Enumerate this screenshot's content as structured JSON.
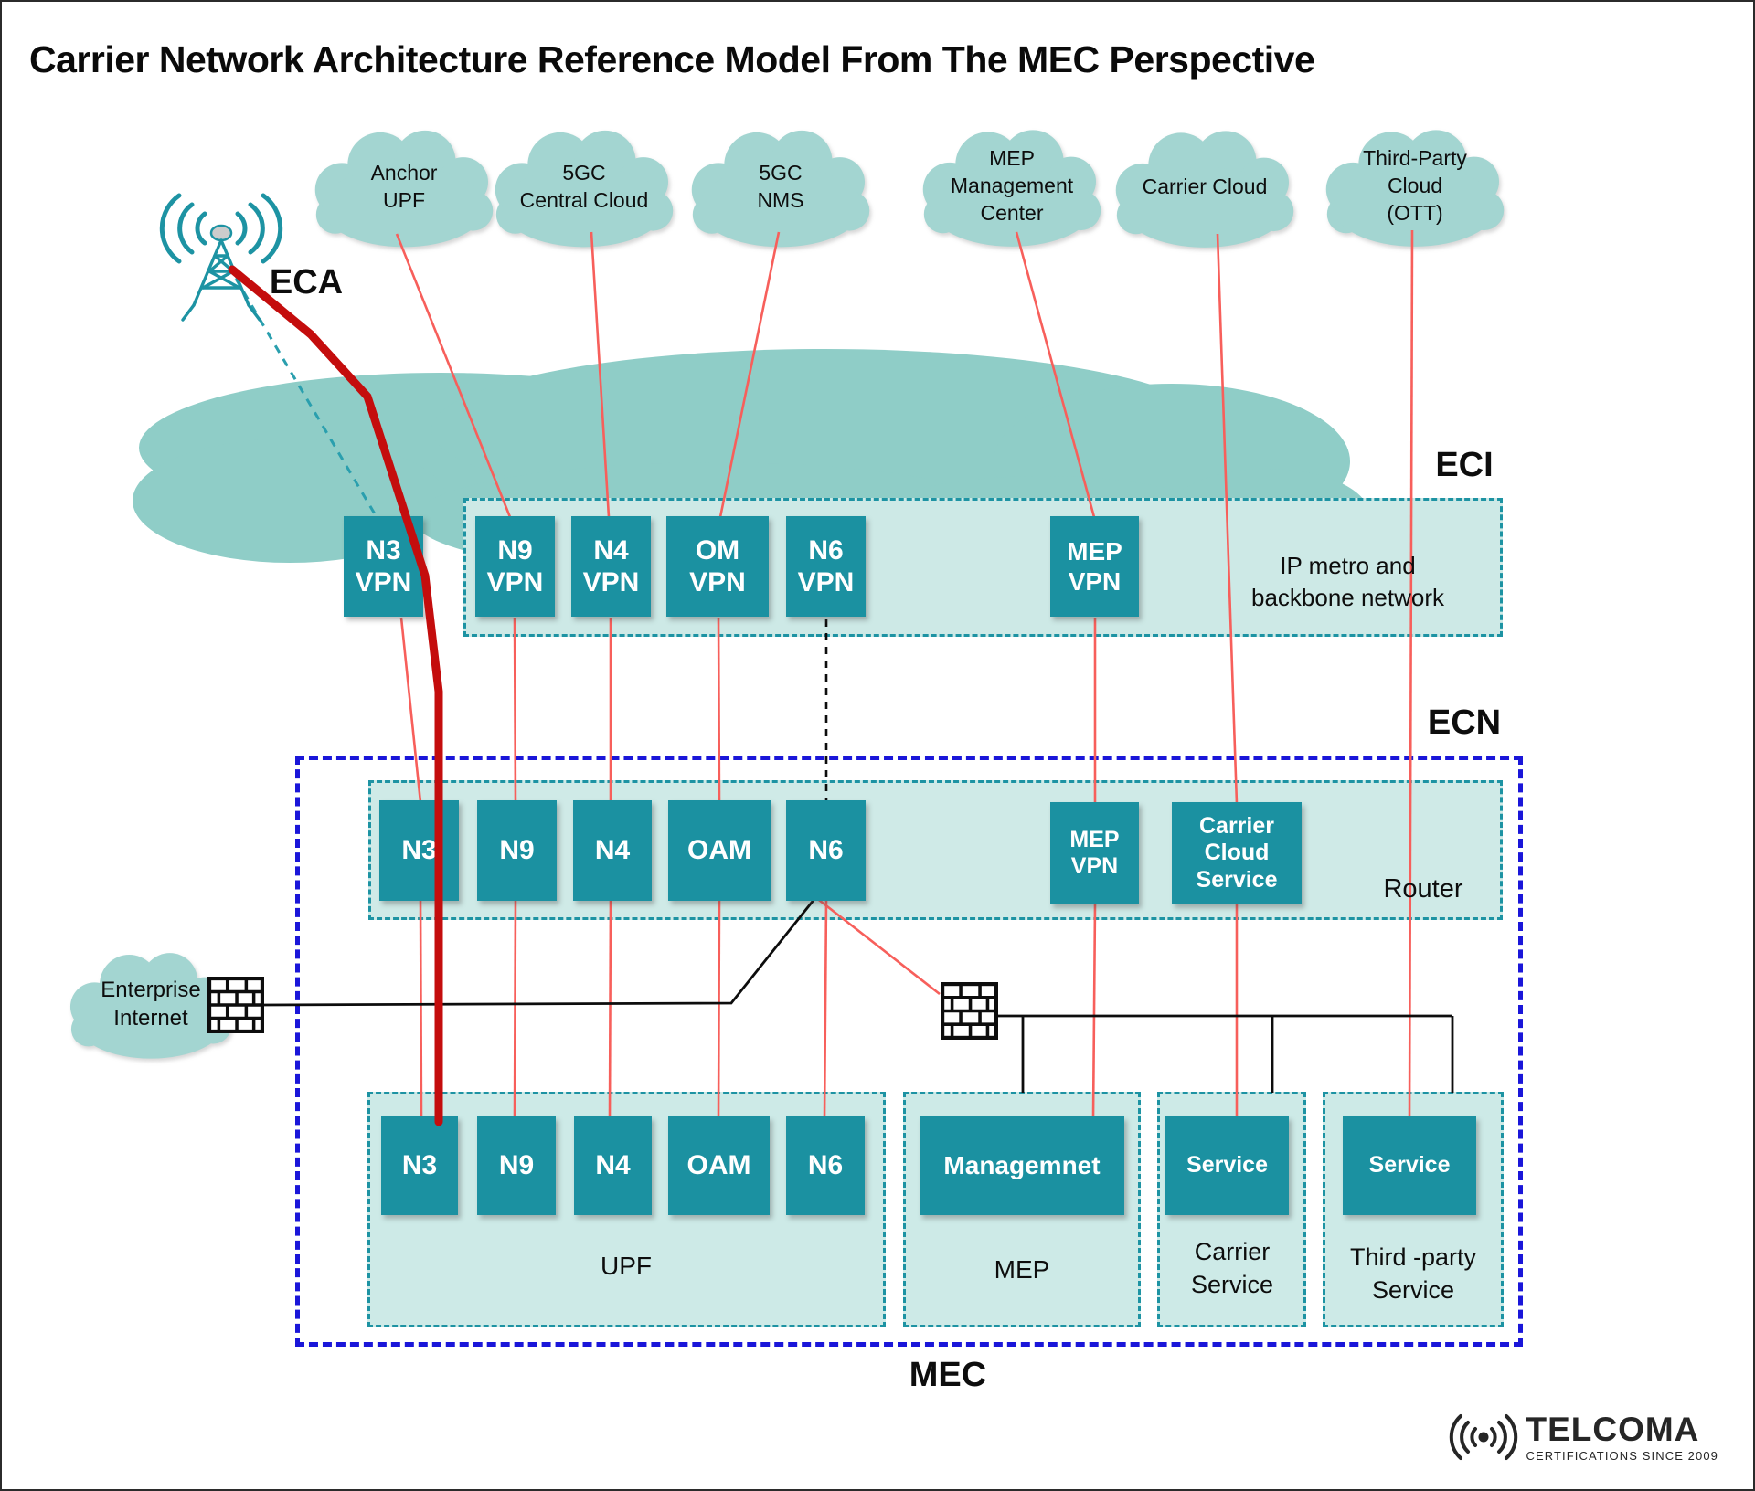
{
  "title": "Carrier Network Architecture Reference Model From The MEC Perspective",
  "region_labels": {
    "eca": "ECA",
    "eci": "ECI",
    "ecn": "ECN",
    "mec": "MEC",
    "router": "Router",
    "backbone": "IP metro and\nbackbone network"
  },
  "clouds": [
    {
      "label": "Anchor\nUPF"
    },
    {
      "label": "5GC\nCentral Cloud"
    },
    {
      "label": "5GC\nNMS"
    },
    {
      "label": "MEP\nManagement\nCenter"
    },
    {
      "label": "Carrier Cloud"
    },
    {
      "label": "Third-Party\nCloud\n(OTT)"
    }
  ],
  "enterprise_cloud": {
    "label": "Enterprise\nInternet"
  },
  "vpn_row": [
    {
      "label": "N3\nVPN"
    },
    {
      "label": "N9\nVPN"
    },
    {
      "label": "N4\nVPN"
    },
    {
      "label": "OM\nVPN"
    },
    {
      "label": "N6\nVPN"
    },
    {
      "label": "MEP\nVPN"
    }
  ],
  "router_row": [
    {
      "label": "N3"
    },
    {
      "label": "N9"
    },
    {
      "label": "N4"
    },
    {
      "label": "OAM"
    },
    {
      "label": "N6"
    },
    {
      "label": "MEP\nVPN"
    },
    {
      "label": "Carrier\nCloud\nService"
    }
  ],
  "upf_panel": {
    "label": "UPF",
    "boxes": [
      {
        "label": "N3"
      },
      {
        "label": "N9"
      },
      {
        "label": "N4"
      },
      {
        "label": "OAM"
      },
      {
        "label": "N6"
      }
    ]
  },
  "mep_panel": {
    "box": "Managemnet",
    "label": "MEP"
  },
  "carrier_panel": {
    "box": "Service",
    "label": "Carrier\nService"
  },
  "thirdparty_panel": {
    "box": "Service",
    "label": "Third -party\nService"
  },
  "logo": {
    "name": "TELCOMA",
    "tagline": "CERTIFICATIONS SINCE 2009"
  },
  "colors": {
    "box_teal": "#1b91a1",
    "panel_bg": "#cfeae7",
    "cloud_small": "#a3d5d1",
    "cloud_big": "#8fcdc7",
    "dash_teal": "#1d93a3",
    "ecn_blue": "#1a16d9",
    "line_red": "#f75f5b",
    "line_red_bold": "#c40d0d"
  }
}
